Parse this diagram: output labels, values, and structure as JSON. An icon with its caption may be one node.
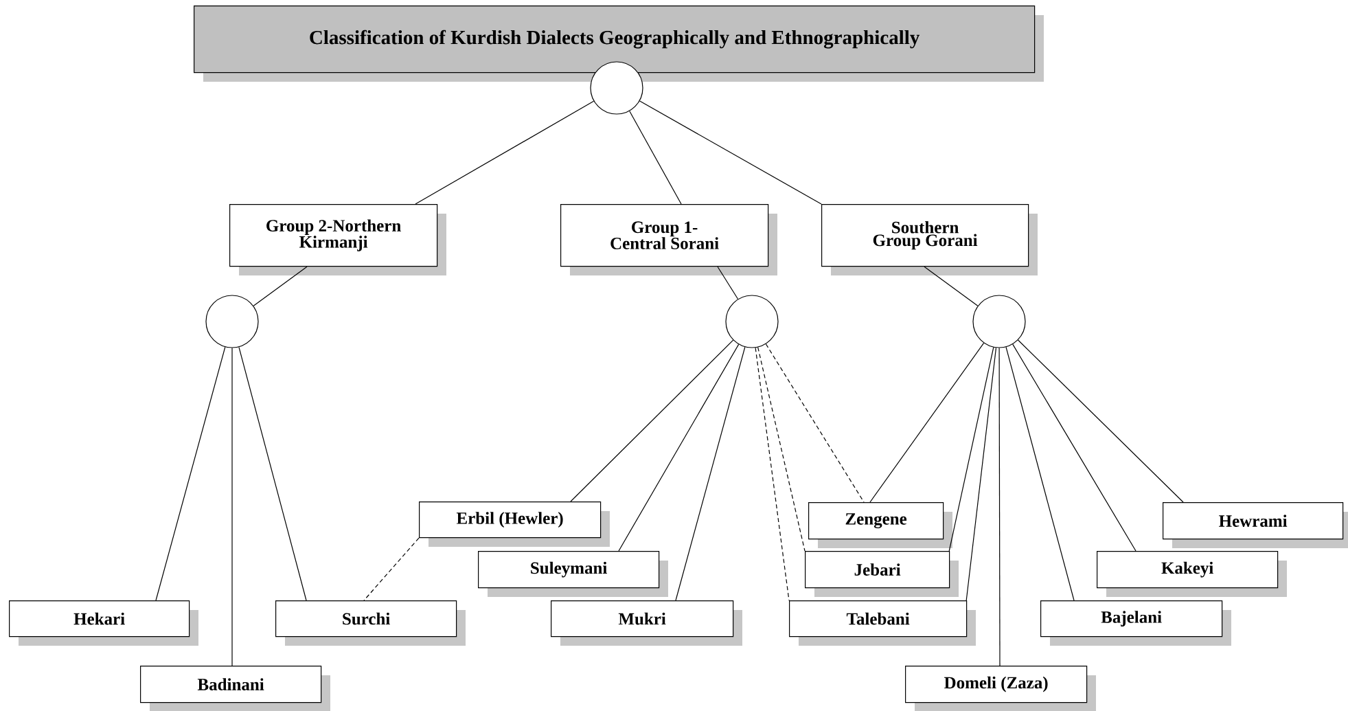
{
  "diagram": {
    "nodes": [
      {
        "text": [
          "Classification of Kurdish Dialects Geographically and Ethnographically"
        ]
      },
      {
        "text": [],
        "shape": "circle"
      },
      {
        "text": [
          "Group 2-Northern Kirmanji"
        ]
      },
      {
        "text": [
          "Group 1-Central Sorani"
        ]
      },
      {
        "text": [
          "Southern Group Gorani"
        ]
      },
      {
        "text": [],
        "shape": "circle"
      },
      {
        "text": [],
        "shape": "circle"
      },
      {
        "text": [],
        "shape": "circle"
      },
      {
        "text": [
          "Erbil (Hewler)"
        ]
      },
      {
        "text": [
          "Zengene"
        ]
      },
      {
        "text": [
          "Hewrami"
        ]
      },
      {
        "text": [
          "Suleymani"
        ]
      },
      {
        "text": [
          "Jebari"
        ]
      },
      {
        "text": [
          "Kakeyi"
        ]
      },
      {
        "text": [
          "Hekari"
        ]
      },
      {
        "text": [
          "Surchi"
        ]
      },
      {
        "text": [
          "Mukri"
        ]
      },
      {
        "text": [
          "Talebani"
        ]
      },
      {
        "text": [
          "Bajelani"
        ]
      },
      {
        "text": [
          "Badinani"
        ]
      },
      {
        "text": [
          "Domeli (Zaza)"
        ]
      }
    ],
    "edges": [
      {
        "from": 1,
        "to": 2,
        "arrow": "none"
      },
      {
        "from": 1,
        "to": 3,
        "arrow": "none"
      },
      {
        "from": 1,
        "to": 4,
        "arrow": "none"
      },
      {
        "from": 2,
        "to": 5,
        "arrow": "none"
      },
      {
        "from": 3,
        "to": 6,
        "arrow": "none"
      },
      {
        "from": 4,
        "to": 7,
        "arrow": "none"
      },
      {
        "from": 5,
        "to": 14,
        "arrow": "none"
      },
      {
        "from": 5,
        "to": 19,
        "arrow": "none"
      },
      {
        "from": 5,
        "to": 15,
        "arrow": "none"
      },
      {
        "from": 6,
        "to": 8,
        "arrow": "none"
      },
      {
        "from": 6,
        "to": 11,
        "arrow": "none"
      },
      {
        "from": 6,
        "to": 16,
        "arrow": "none"
      },
      {
        "from": 6,
        "to": 17,
        "arrow": "none",
        "style": "dashed"
      },
      {
        "from": 6,
        "to": 12,
        "arrow": "none",
        "style": "dashed"
      },
      {
        "from": 6,
        "to": 9,
        "arrow": "none",
        "style": "dashed"
      },
      {
        "from": 7,
        "to": 9,
        "arrow": "none"
      },
      {
        "from": 7,
        "to": 12,
        "arrow": "none"
      },
      {
        "from": 7,
        "to": 17,
        "arrow": "none"
      },
      {
        "from": 7,
        "to": 20,
        "arrow": "none"
      },
      {
        "from": 7,
        "to": 18,
        "arrow": "none"
      },
      {
        "from": 7,
        "to": 13,
        "arrow": "none"
      },
      {
        "from": 7,
        "to": 10,
        "arrow": "none"
      },
      {
        "from": 8,
        "to": 15,
        "arrow": "none",
        "style": "dashed"
      }
    ]
  }
}
